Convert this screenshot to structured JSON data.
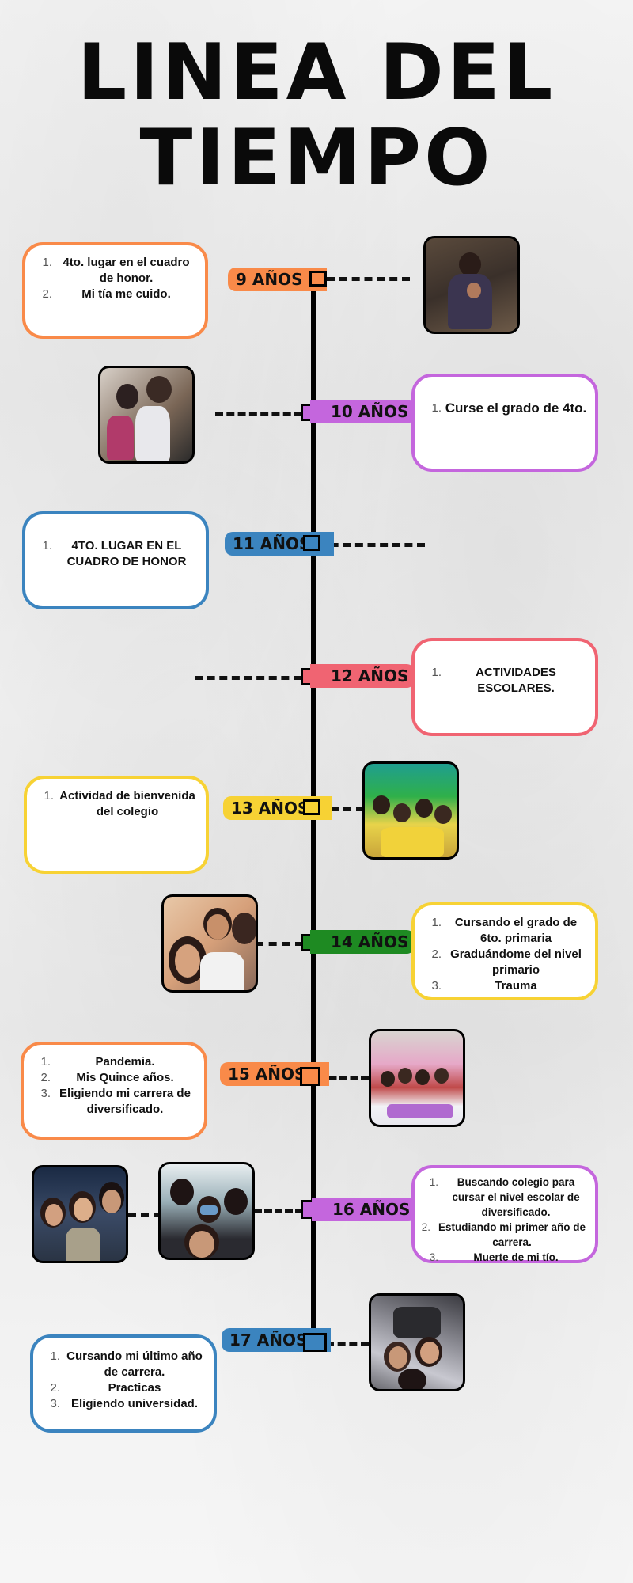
{
  "title": {
    "line1": "LINEA DEL",
    "line2": "TIEMPO"
  },
  "colors": {
    "orange": "#f98a49",
    "purple": "#c466dd",
    "blue": "#3b84bf",
    "pink": "#f06472",
    "yellow": "#f7d234",
    "green": "#1e8a22",
    "black": "#000000"
  },
  "timeline": [
    {
      "age": "9 AÑOS",
      "color": "orange",
      "items": [
        {
          "num": "1.",
          "text": "4to. lugar en el cuadro de honor."
        },
        {
          "num": "2.",
          "text": "Mi tía me cuido."
        }
      ]
    },
    {
      "age": "10 AÑOS",
      "color": "purple",
      "items": [
        {
          "num": "1.",
          "text": "Curse el grado de 4to."
        }
      ]
    },
    {
      "age": "11 AÑOS",
      "color": "blue",
      "items": [
        {
          "num": "1.",
          "text": "4TO. LUGAR EN EL CUADRO DE HONOR"
        }
      ]
    },
    {
      "age": "12 AÑOS",
      "color": "pink",
      "items": [
        {
          "num": "1.",
          "text": "ACTIVIDADES ESCOLARES."
        }
      ]
    },
    {
      "age": "13 AÑOS",
      "color": "yellow",
      "items": [
        {
          "num": "1.",
          "text": "Actividad de bienvenida del colegio"
        }
      ]
    },
    {
      "age": "14 AÑOS",
      "color": "green",
      "items": [
        {
          "num": "1.",
          "text": "Cursando el grado de 6to. primaria"
        },
        {
          "num": "2.",
          "text": "Graduándome del nivel primario"
        },
        {
          "num": "3.",
          "text": "Trauma"
        }
      ]
    },
    {
      "age": "15 AÑOS",
      "color": "orange",
      "items": [
        {
          "num": "1.",
          "text": "Pandemia."
        },
        {
          "num": "2.",
          "text": "Mis Quince años."
        },
        {
          "num": "3.",
          "text": "Eligiendo mi carrera de diversificado."
        }
      ]
    },
    {
      "age": "16 AÑOS",
      "color": "purple",
      "items": [
        {
          "num": "1.",
          "text": "Buscando colegio para cursar el nivel escolar de diversificado."
        },
        {
          "num": "2.",
          "text": "Estudiando mi primer año de carrera."
        },
        {
          "num": "3.",
          "text": "Muerte de mi tío."
        }
      ]
    },
    {
      "age": "17 AÑOS",
      "color": "blue",
      "items": [
        {
          "num": "1.",
          "text": "Cursando mi último año de carrera."
        },
        {
          "num": "2.",
          "text": "Practicas"
        },
        {
          "num": "3.",
          "text": "Eligiendo universidad."
        }
      ]
    }
  ]
}
